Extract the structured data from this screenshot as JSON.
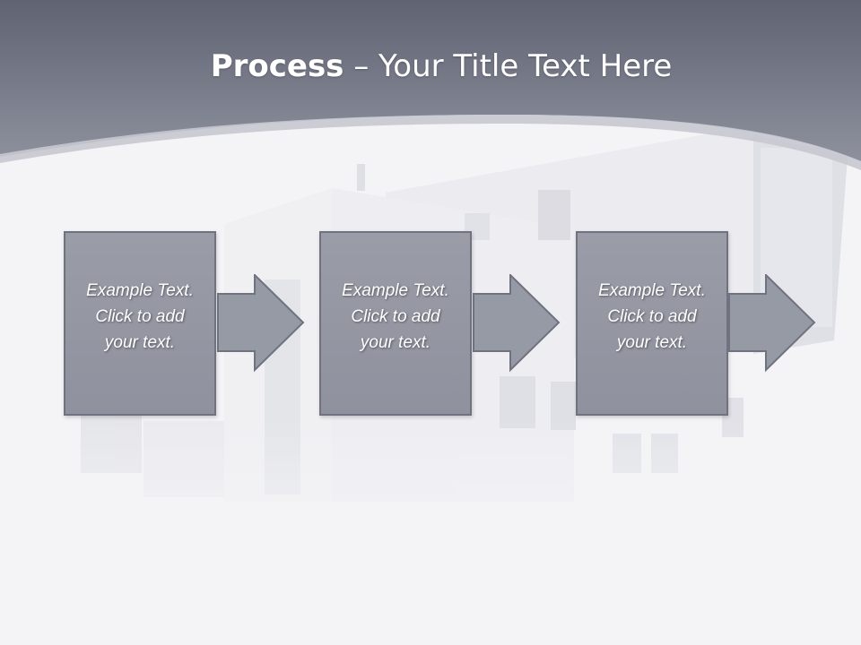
{
  "title": {
    "bold": "Process",
    "rest": " – Your Title Text Here"
  },
  "steps": [
    {
      "text": "Example Text.\nClick  to add\nyour text."
    },
    {
      "text": "Example Text.\nClick  to add\nyour text."
    },
    {
      "text": "Example Text.\nClick  to add\nyour text."
    }
  ],
  "colors": {
    "header": "#7b7f8c",
    "step_fill": "#969aa5",
    "step_border": "#6f7380",
    "background": "#f4f4f7"
  }
}
